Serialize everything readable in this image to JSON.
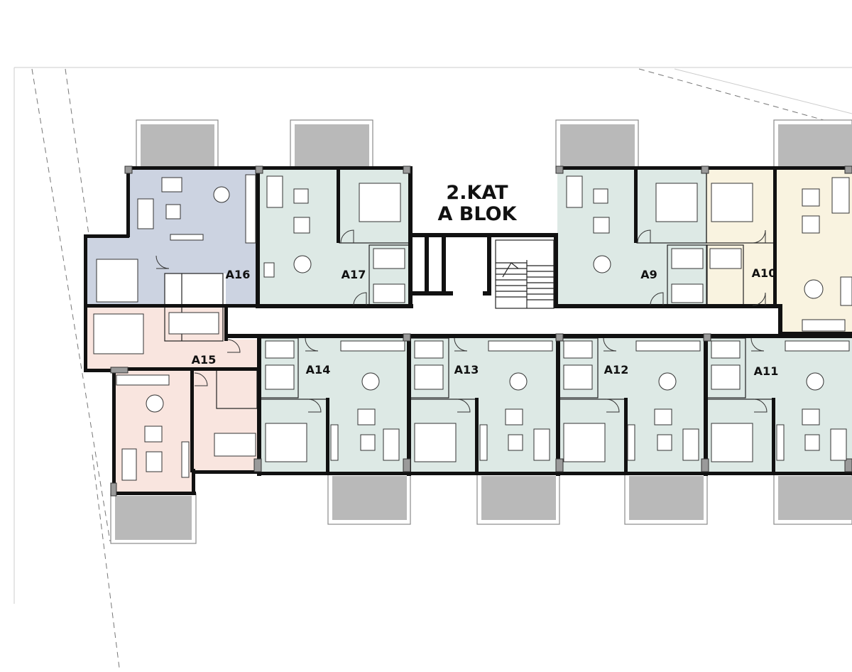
{
  "title": {
    "line1": "2.KAT",
    "line2": "A BLOK"
  },
  "colors": {
    "green": "#dde9e5",
    "blue": "#ccd3e1",
    "pink": "#f9e5df",
    "cream": "#f9f3e0",
    "balcony": "#b9b9b9",
    "wall": "#111111"
  },
  "units": [
    {
      "id": "A16",
      "label": "A16",
      "color": "blue"
    },
    {
      "id": "A17",
      "label": "A17",
      "color": "green"
    },
    {
      "id": "A9",
      "label": "A9",
      "color": "green"
    },
    {
      "id": "A10",
      "label": "A10",
      "color": "cream"
    },
    {
      "id": "A15",
      "label": "A15",
      "color": "pink"
    },
    {
      "id": "A14",
      "label": "A14",
      "color": "green"
    },
    {
      "id": "A13",
      "label": "A13",
      "color": "green"
    },
    {
      "id": "A12",
      "label": "A12",
      "color": "green"
    },
    {
      "id": "A11",
      "label": "A11",
      "color": "green"
    }
  ]
}
